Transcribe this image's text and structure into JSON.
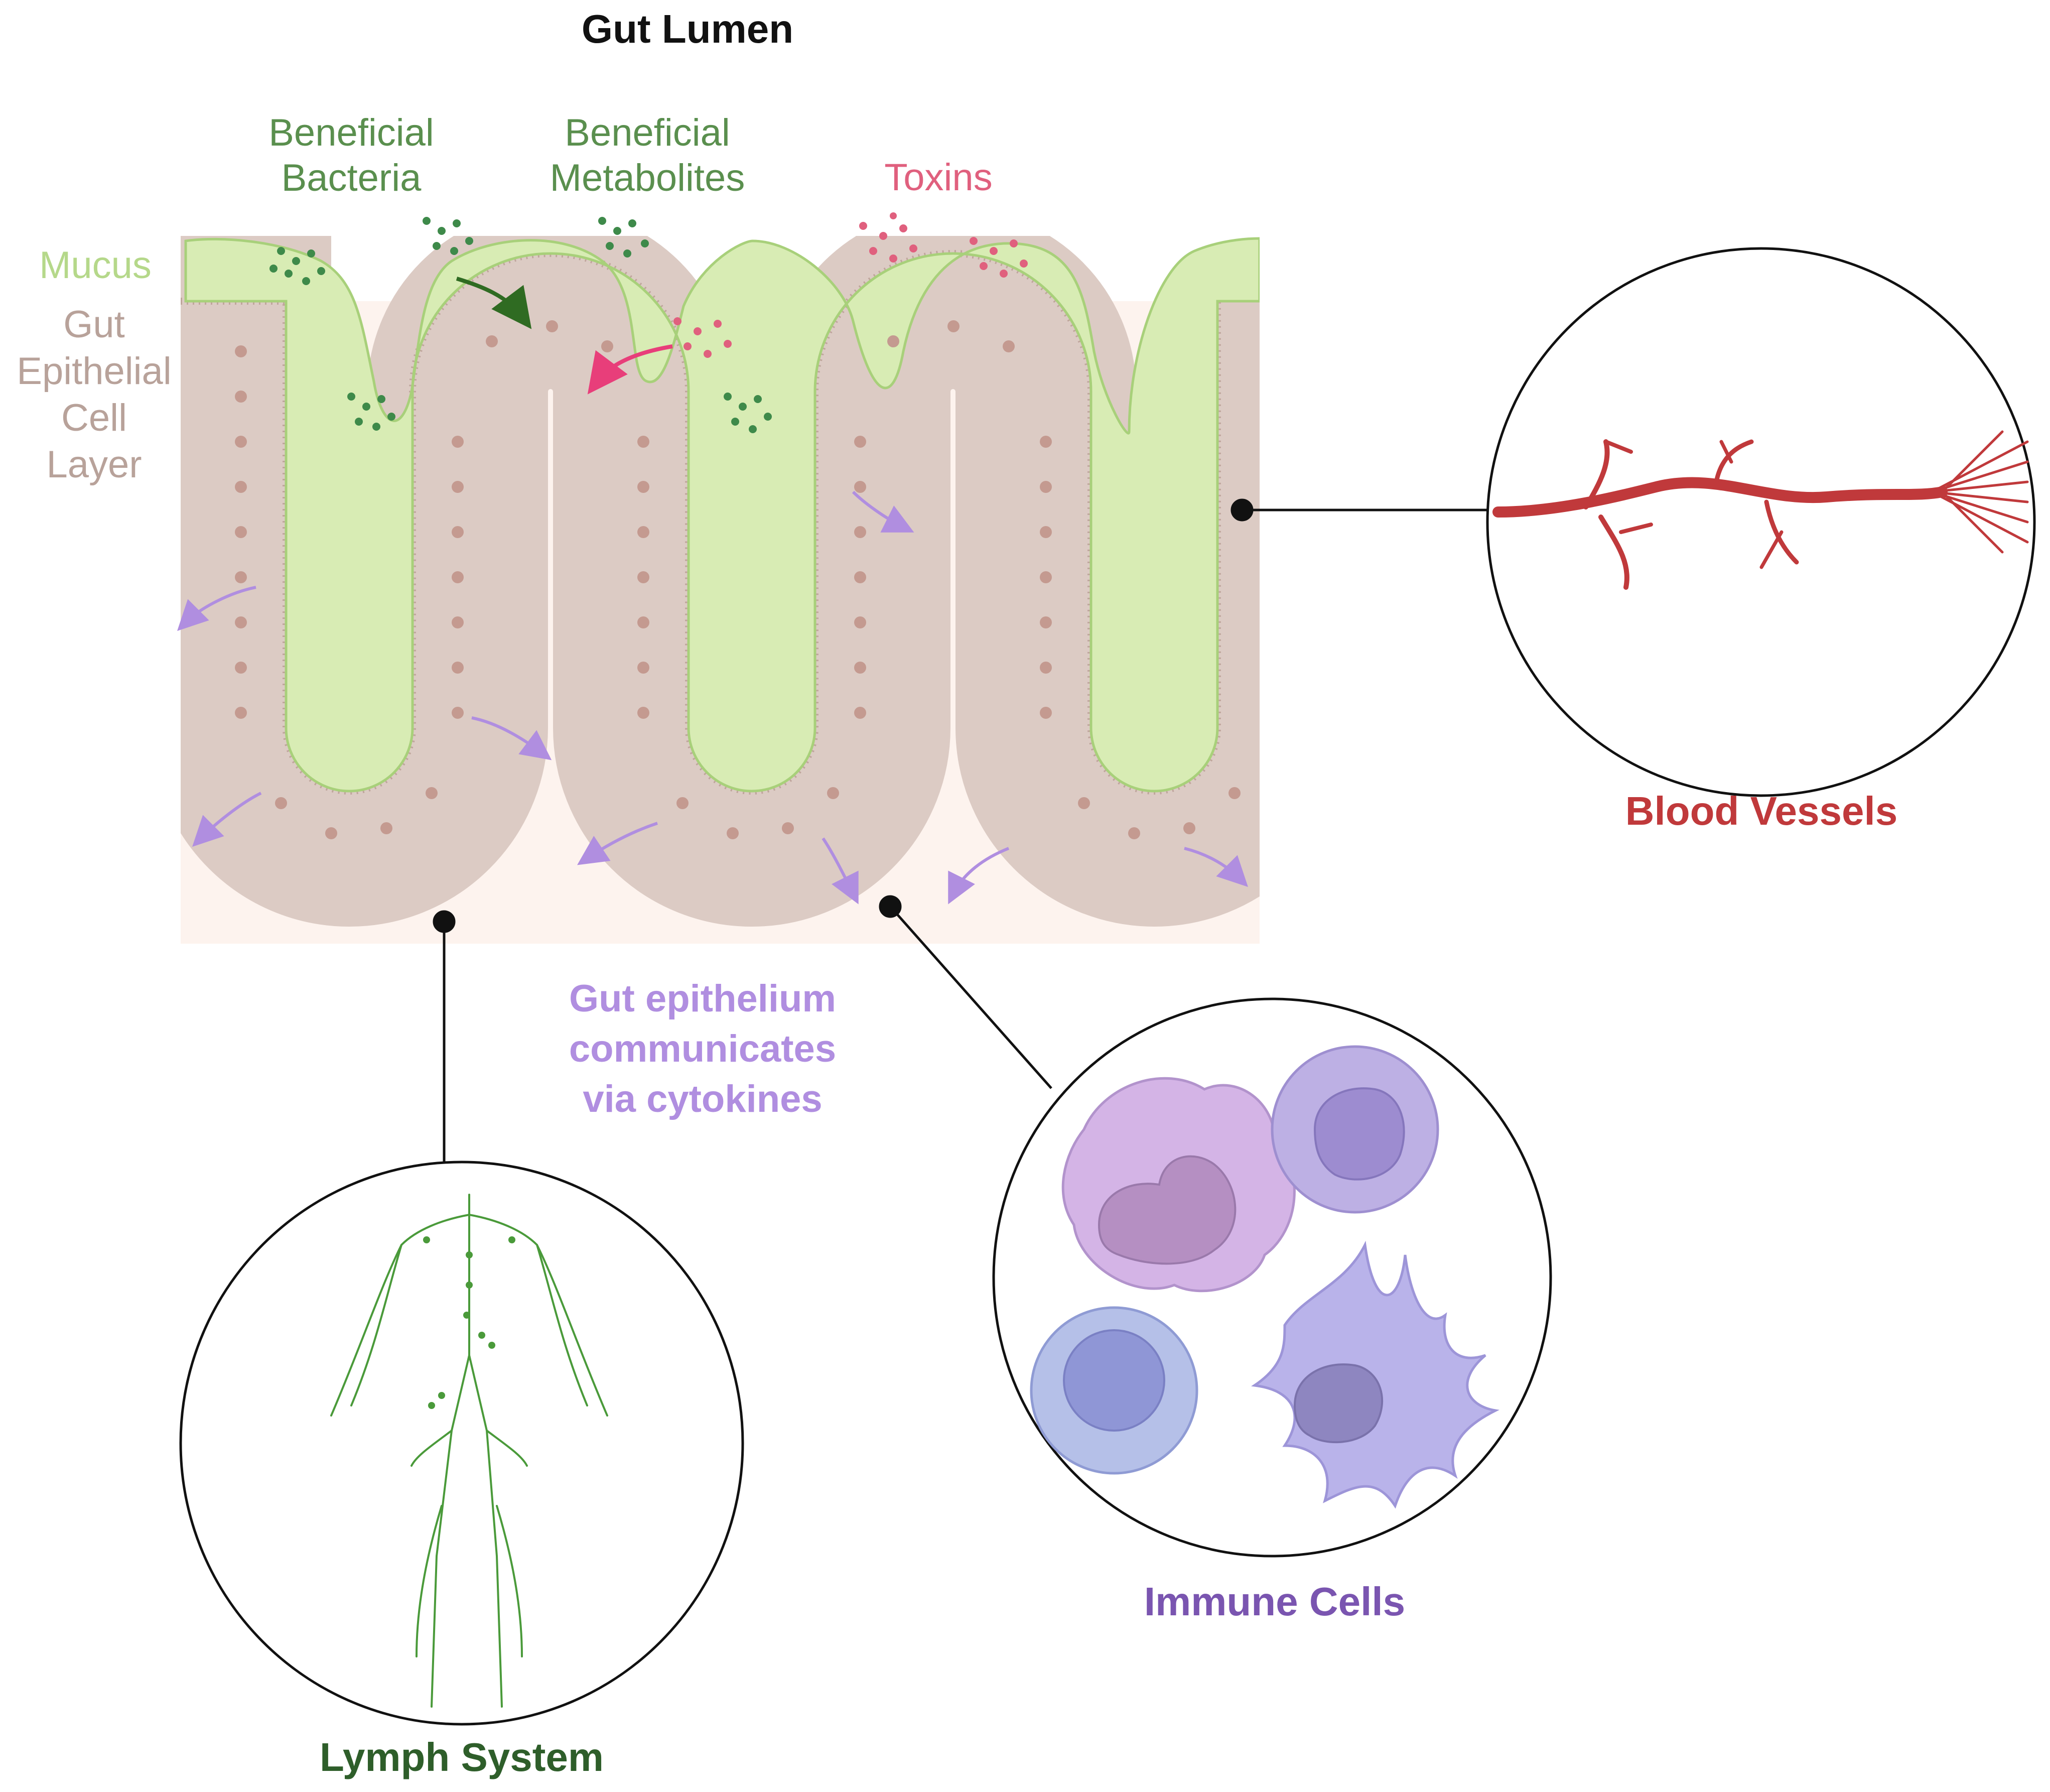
{
  "title": "Gut Lumen",
  "labels": {
    "mucus": "Mucus",
    "epithelial_line1": "Gut",
    "epithelial_line2": "Epithelial",
    "epithelial_line3": "Cell",
    "epithelial_line4": "Layer",
    "bacteria_line1": "Beneficial",
    "bacteria_line2": "Bacteria",
    "metabolites_line1": "Beneficial",
    "metabolites_line2": "Metabolites",
    "toxins": "Toxins",
    "cytokines_line1": "Gut epithelium",
    "cytokines_line2": "communicates",
    "cytokines_line3": "via cytokines",
    "blood_vessels": "Blood Vessels",
    "immune_cells": "Immune Cells",
    "lymph_system": "Lymph System"
  },
  "colors": {
    "title": "#111111",
    "mucus_label": "#b5d88a",
    "mucus_fill": "#d8ecb4",
    "epithelium_label": "#b8a29a",
    "cell_fill": "#dccbc4",
    "nucleus": "#c49a90",
    "tissue_bg": "#fdf3ee",
    "beneficial": "#5a8f4e",
    "toxins": "#e0607e",
    "cytokines": "#b08ee0",
    "blood": "#c0393b",
    "immune": "#7a55b0",
    "lymph": "#2e5e2a"
  }
}
